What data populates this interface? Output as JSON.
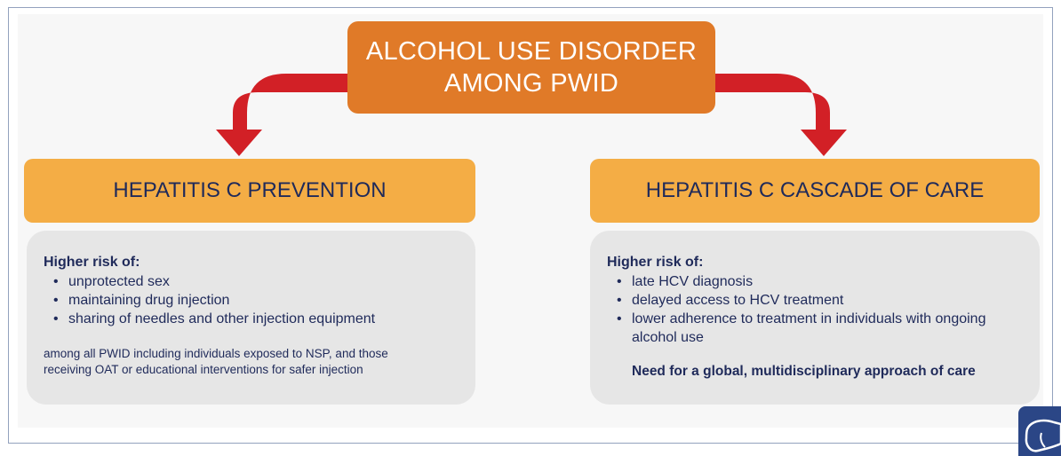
{
  "colors": {
    "top_box": "#e07a28",
    "column_header": "#f4ad45",
    "arrow": "#d22026",
    "panel": "#e6e6e6",
    "text": "#1f2a5a",
    "frame_border": "#93a2be",
    "logo": "#2b4686"
  },
  "top": {
    "line1": "ALCOHOL USE DISORDER",
    "line2": "AMONG PWID"
  },
  "left": {
    "header": "HEPATITIS C PREVENTION",
    "risk_title": "Higher risk of:",
    "items": [
      "unprotected sex",
      "maintaining drug injection",
      "sharing of needles and other injection equipment"
    ],
    "note": "among all PWID including individuals exposed to NSP, and those receiving OAT or educational interventions for safer injection"
  },
  "right": {
    "header": "HEPATITIS C CASCADE OF CARE",
    "risk_title": "Higher risk of:",
    "items": [
      "late HCV diagnosis",
      "delayed access to HCV treatment",
      "lower adherence to treatment in individuals with ongoing alcohol use"
    ],
    "need": "Need for a global, multidisciplinary approach of care"
  },
  "logo_icon": "liver-icon"
}
